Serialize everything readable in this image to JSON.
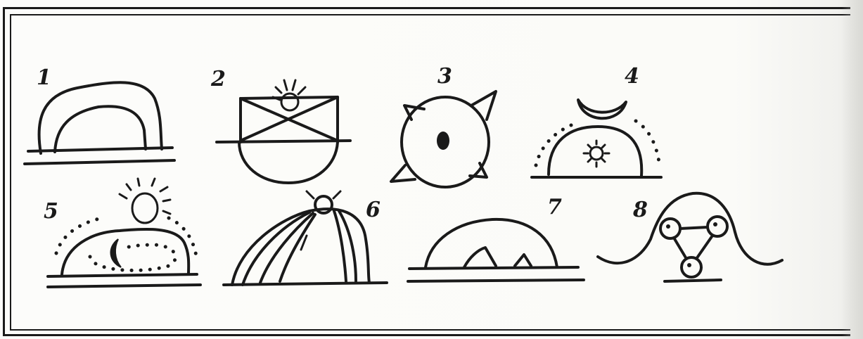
{
  "symbols": [
    {
      "number": "1",
      "icon": "arch-icon"
    },
    {
      "number": "2",
      "icon": "crossed-box-with-head-icon"
    },
    {
      "number": "3",
      "icon": "rayed-disc-icon"
    },
    {
      "number": "4",
      "icon": "crescent-over-sun-mound-icon"
    },
    {
      "number": "5",
      "icon": "sun-over-dotted-mound-icon"
    },
    {
      "number": "6",
      "icon": "striped-dome-icon"
    },
    {
      "number": "7",
      "icon": "mound-with-peaks-icon"
    },
    {
      "number": "8",
      "icon": "three-circle-loop-icon"
    }
  ],
  "colors": {
    "ink": "#1a1a1a",
    "paper": "#fcfcfa"
  }
}
